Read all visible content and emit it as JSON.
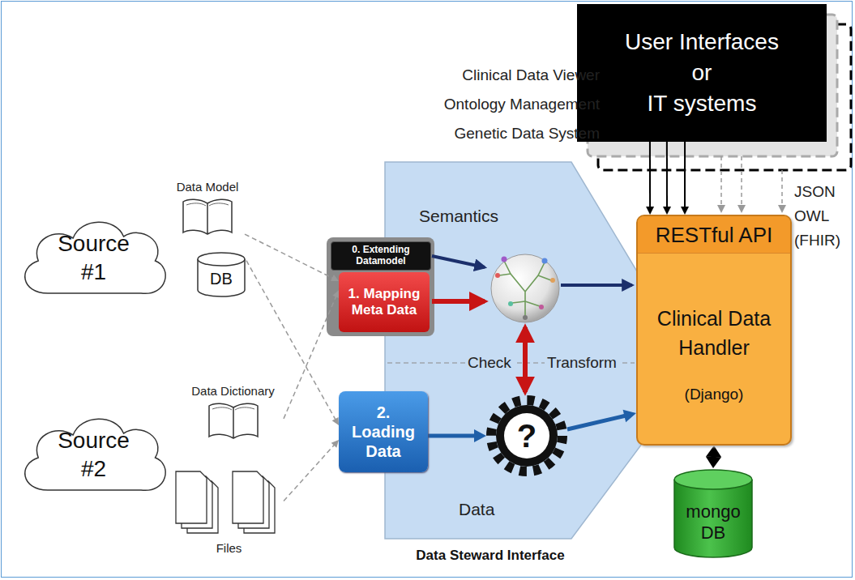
{
  "diagram": {
    "nodes": [
      {
        "text": [
          "Source #1"
        ]
      },
      {
        "text": [
          "Data Model"
        ]
      },
      {
        "text": [
          "DB"
        ]
      },
      {
        "text": [
          "Source #2"
        ]
      },
      {
        "text": [
          "Data Dictionary"
        ]
      },
      {
        "text": [
          "Files"
        ]
      },
      {
        "text": [
          "Data Steward Interface"
        ]
      },
      {
        "text": [
          "0. Extending Datamodel"
        ],
        "in": 6
      },
      {
        "text": [
          "1. Mapping Meta Data"
        ],
        "in": 6
      },
      {
        "text": [
          "2. Loading Data"
        ],
        "in": 6
      },
      {
        "text": [
          "?"
        ],
        "in": 6
      },
      {
        "text": [
          "RESTful API",
          "Clinical Data Handler",
          "(Django)"
        ]
      },
      {
        "text": [
          "mongo DB"
        ]
      },
      {
        "text": [
          "User Interfaces",
          "or",
          "IT systems"
        ]
      }
    ],
    "edges": [
      {
        "from": 1,
        "to": 8,
        "arrow": "to"
      },
      {
        "from": 2,
        "to": 9,
        "arrow": "to"
      },
      {
        "from": 4,
        "to": 8,
        "arrow": "to"
      },
      {
        "from": 5,
        "to": 9,
        "arrow": "to"
      },
      {
        "from": 9,
        "to": 10,
        "arrow": "to"
      },
      {
        "from": 10,
        "to": 11,
        "arrow": "to"
      },
      {
        "from": 13,
        "to": 11,
        "arrow": "to"
      },
      {
        "from": 13,
        "to": 11,
        "arrow": "to"
      },
      {
        "from": 13,
        "to": 11,
        "arrow": "to"
      },
      {
        "from": 11,
        "to": 12,
        "arrow": "both"
      }
    ],
    "labels": [
      "Clinical Data Viewer",
      "Ontology Management",
      "Genetic Data System",
      "JSON",
      "OWL",
      "(FHIR)",
      "Semantics",
      "Check",
      "Transform",
      "Data"
    ]
  }
}
